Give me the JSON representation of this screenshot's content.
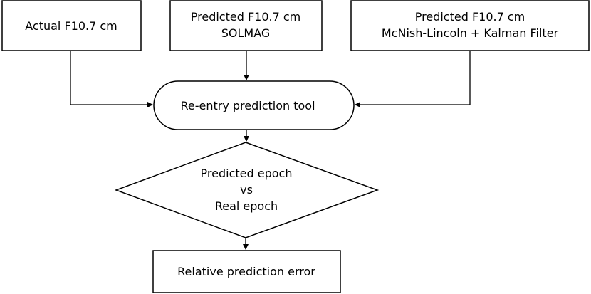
{
  "nodes": {
    "actual": {
      "lines": [
        "Actual F10.7 cm"
      ]
    },
    "solmag": {
      "lines": [
        "Predicted F10.7 cm",
        "SOLMAG"
      ]
    },
    "mcnish": {
      "lines": [
        "Predicted F10.7 cm",
        "McNish-Lincoln + Kalman Filter"
      ]
    },
    "tool": {
      "lines": [
        "Re-entry prediction tool"
      ]
    },
    "decision": {
      "lines": [
        "Predicted epoch",
        "vs",
        "Real epoch"
      ]
    },
    "error": {
      "lines": [
        "Relative prediction error"
      ]
    }
  }
}
